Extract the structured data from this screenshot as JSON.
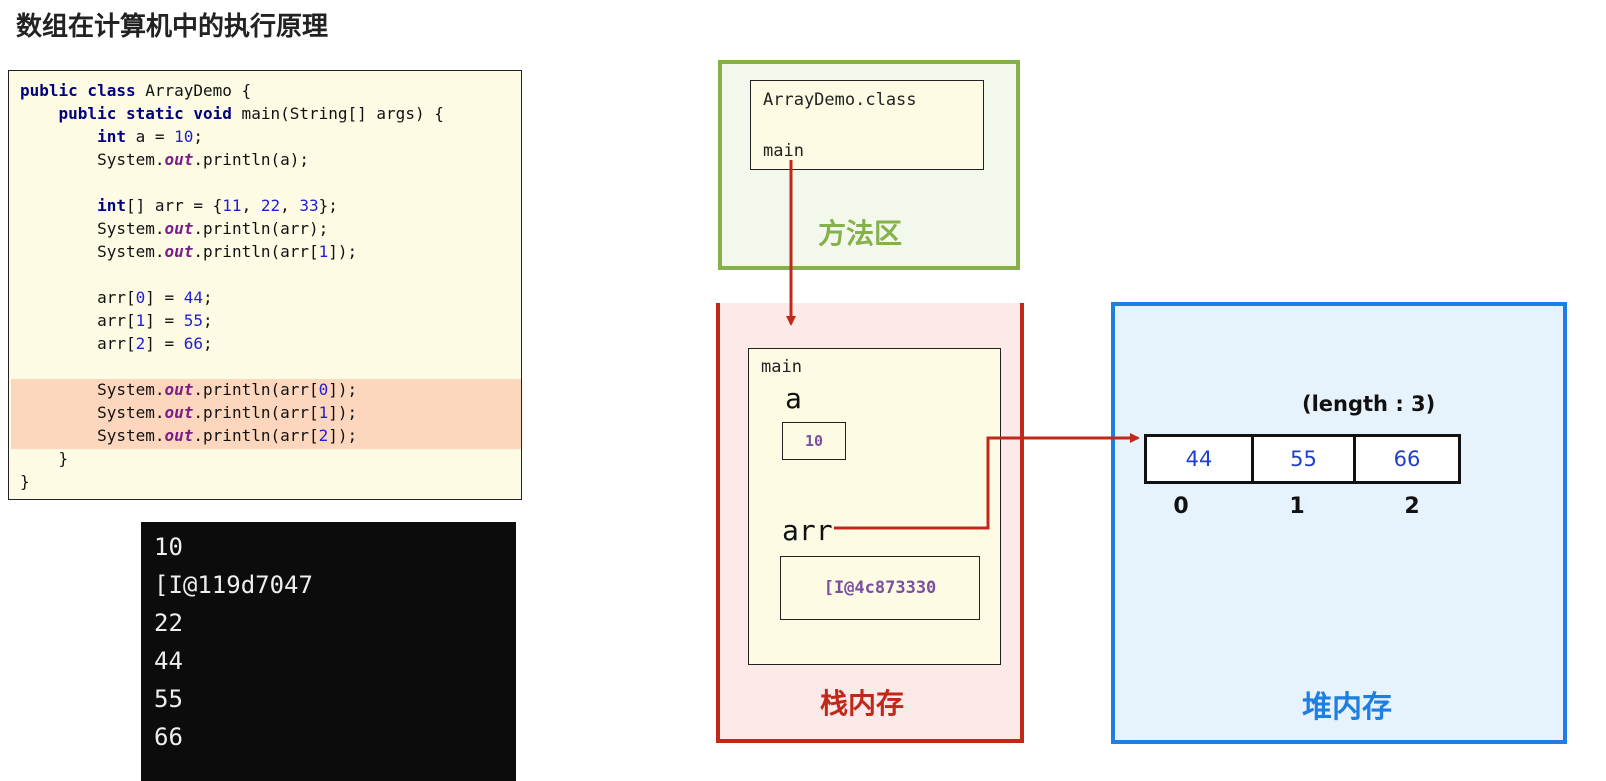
{
  "title": "数组在计算机中的执行原理",
  "code": [
    [
      {
        "t": "public class",
        "c": "kw"
      },
      {
        "t": " ArrayDemo {"
      }
    ],
    [
      {
        "t": "    "
      },
      {
        "t": "public static void",
        "c": "kw"
      },
      {
        "t": " main(String[] args) {"
      }
    ],
    [
      {
        "t": "        "
      },
      {
        "t": "int",
        "c": "kw"
      },
      {
        "t": " a = "
      },
      {
        "t": "10",
        "c": "num"
      },
      {
        "t": ";"
      }
    ],
    [
      {
        "t": "        System."
      },
      {
        "t": "out",
        "c": "fld"
      },
      {
        "t": ".println(a);"
      }
    ],
    [],
    [
      {
        "t": "        "
      },
      {
        "t": "int",
        "c": "kw"
      },
      {
        "t": "[] arr = {"
      },
      {
        "t": "11",
        "c": "num"
      },
      {
        "t": ", "
      },
      {
        "t": "22",
        "c": "num"
      },
      {
        "t": ", "
      },
      {
        "t": "33",
        "c": "num"
      },
      {
        "t": "};"
      }
    ],
    [
      {
        "t": "        System."
      },
      {
        "t": "out",
        "c": "fld"
      },
      {
        "t": ".println(arr);"
      }
    ],
    [
      {
        "t": "        System."
      },
      {
        "t": "out",
        "c": "fld"
      },
      {
        "t": ".println(arr["
      },
      {
        "t": "1",
        "c": "num"
      },
      {
        "t": "]);"
      }
    ],
    [],
    [
      {
        "t": "        arr["
      },
      {
        "t": "0",
        "c": "num"
      },
      {
        "t": "] = "
      },
      {
        "t": "44",
        "c": "num"
      },
      {
        "t": ";"
      }
    ],
    [
      {
        "t": "        arr["
      },
      {
        "t": "1",
        "c": "num"
      },
      {
        "t": "] = "
      },
      {
        "t": "55",
        "c": "num"
      },
      {
        "t": ";"
      }
    ],
    [
      {
        "t": "        arr["
      },
      {
        "t": "2",
        "c": "num"
      },
      {
        "t": "] = "
      },
      {
        "t": "66",
        "c": "num"
      },
      {
        "t": ";"
      }
    ],
    [],
    [
      {
        "t": "        System."
      },
      {
        "t": "out",
        "c": "fld"
      },
      {
        "t": ".println(arr["
      },
      {
        "t": "0",
        "c": "num"
      },
      {
        "t": "]);"
      }
    ],
    [
      {
        "t": "        System."
      },
      {
        "t": "out",
        "c": "fld"
      },
      {
        "t": ".println(arr["
      },
      {
        "t": "1",
        "c": "num"
      },
      {
        "t": "]);"
      }
    ],
    [
      {
        "t": "        System."
      },
      {
        "t": "out",
        "c": "fld"
      },
      {
        "t": ".println(arr["
      },
      {
        "t": "2",
        "c": "num"
      },
      {
        "t": "]);"
      }
    ],
    [
      {
        "t": "    }"
      }
    ],
    [
      {
        "t": "}"
      }
    ]
  ],
  "console": [
    "10",
    "[I@119d7047",
    "22",
    "44",
    "55",
    "66"
  ],
  "method_area": {
    "class_name": "ArrayDemo.class",
    "method": "main",
    "label": "方法区",
    "color": "#86b04a"
  },
  "stack": {
    "frame_name": "main",
    "var_a": {
      "name": "a",
      "value": "10"
    },
    "var_arr": {
      "name": "arr",
      "value": "[I@4c873330"
    },
    "label": "栈内存",
    "color": "#c0281a"
  },
  "heap": {
    "length_label": "(length : 3)",
    "cells": [
      "44",
      "55",
      "66"
    ],
    "indices": [
      "0",
      "1",
      "2"
    ],
    "label": "堆内存",
    "color": "#1f7fe0"
  }
}
